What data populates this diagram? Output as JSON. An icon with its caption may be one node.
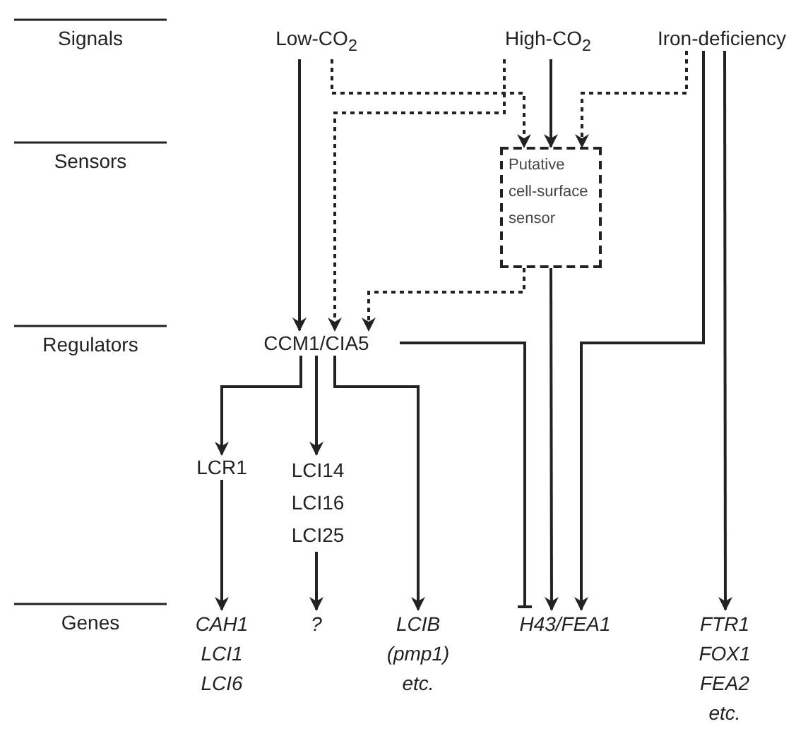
{
  "diagram": {
    "nodes": [
      {
        "text": [
          "Low-CO$_{2}$"
        ]
      },
      {
        "text": [
          "High-CO$_{2}$"
        ]
      },
      {
        "text": [
          "Iron-deficiency"
        ]
      },
      {
        "text": [
          "Putative cell-surface sensor"
        ]
      },
      {
        "text": [
          "CCM1/CIA5"
        ]
      },
      {
        "text": [
          "LCR1"
        ]
      },
      {
        "text": [
          "LCI14 LCI16 LCI25"
        ]
      },
      {
        "text": [
          "CAH1 LCI1 LCI6"
        ]
      },
      {
        "text": [
          "?"
        ]
      },
      {
        "text": [
          "LCIB (pmp1) etc."
        ]
      },
      {
        "text": [
          "H43/FEA1"
        ]
      },
      {
        "text": [
          "FTR1 FOX1 FEA2 etc."
        ]
      }
    ],
    "edges": [
      {
        "from": 0,
        "to": 4,
        "arrow": "to"
      },
      {
        "from": 0,
        "to": 3,
        "arrow": "to",
        "style": "dashed"
      },
      {
        "from": 1,
        "to": 4,
        "arrow": "to",
        "style": "dashed"
      },
      {
        "from": 1,
        "to": 3,
        "arrow": "to"
      },
      {
        "from": 2,
        "to": 3,
        "arrow": "to",
        "style": "dashed"
      },
      {
        "from": 3,
        "to": 4,
        "arrow": "to",
        "style": "dashed"
      },
      {
        "from": 4,
        "to": 10,
        "arrow": "other"
      },
      {
        "from": 3,
        "to": 10,
        "arrow": "to"
      },
      {
        "from": 2,
        "to": 10,
        "arrow": "to"
      },
      {
        "from": 2,
        "to": 11,
        "arrow": "to"
      },
      {
        "from": 4,
        "to": 5,
        "arrow": "to"
      },
      {
        "from": 4,
        "to": 6,
        "arrow": "to"
      },
      {
        "from": 4,
        "to": 9,
        "arrow": "to"
      },
      {
        "from": 5,
        "to": 7,
        "arrow": "to"
      },
      {
        "from": 6,
        "to": 8,
        "arrow": "to"
      }
    ],
    "labels": [
      "Signals",
      "Sensors",
      "Regulators",
      "Genes"
    ]
  }
}
